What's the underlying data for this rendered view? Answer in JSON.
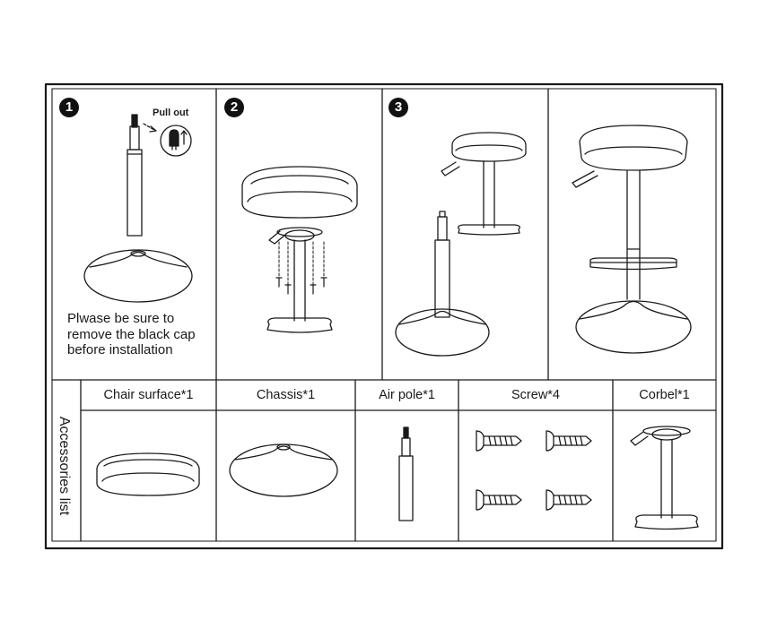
{
  "steps": [
    {
      "number": "1"
    },
    {
      "number": "2"
    },
    {
      "number": "3"
    }
  ],
  "step1": {
    "callout": "Pull out",
    "note": "Plwase be sure to remove the black cap before installation"
  },
  "accessories": {
    "title": "Accessories list",
    "items": [
      {
        "label": "Chair surface*1",
        "icon": "seat-icon"
      },
      {
        "label": "Chassis*1",
        "icon": "base-icon"
      },
      {
        "label": "Air pole*1",
        "icon": "gas-lift-icon"
      },
      {
        "label": "Screw*4",
        "icon": "screw-icon"
      },
      {
        "label": "Corbel*1",
        "icon": "stand-bracket-icon"
      }
    ]
  },
  "colors": {
    "line": "#1a1a1a",
    "background": "#ffffff"
  }
}
